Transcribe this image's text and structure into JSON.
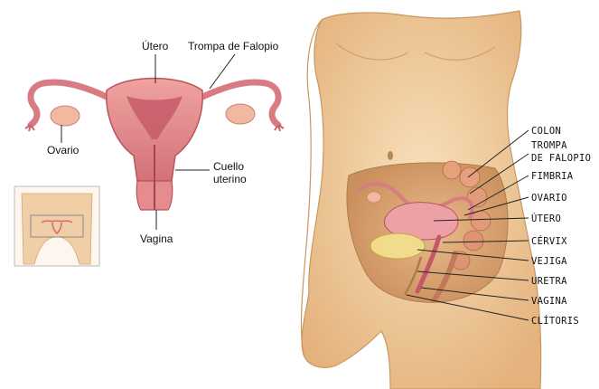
{
  "left_diagram": {
    "labels": {
      "utero": "Útero",
      "trompa": "Trompa de Falopio",
      "ovario": "Ovario",
      "cuello_line1": "Cuello",
      "cuello_line2": "uterino",
      "vagina": "Vagina"
    }
  },
  "right_diagram": {
    "labels": [
      "COLON",
      "TROMPA",
      "DE FALOPIO",
      "FIMBRIA",
      "OVARIO",
      "ÚTERO",
      "CÉRVIX",
      "VEJIGA",
      "URETRA",
      "VAGINA",
      "CLÍTORIS"
    ]
  },
  "colors": {
    "skin": "#f3d3a8",
    "skin_shadow": "#d9ac78",
    "organ_pink": "#e88a8a",
    "organ_dark": "#b9545a",
    "bladder": "#f0dc8a"
  }
}
